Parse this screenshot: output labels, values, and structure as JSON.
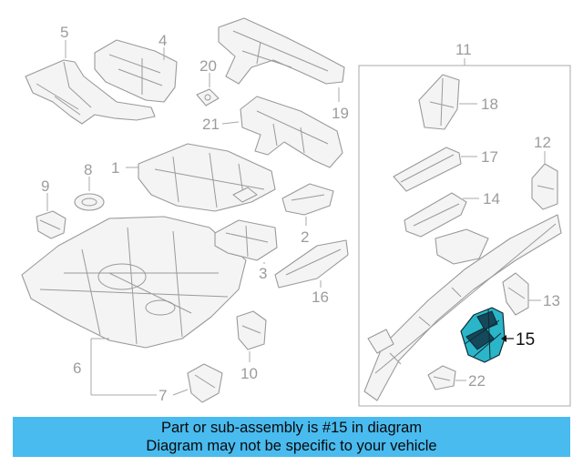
{
  "diagram": {
    "callouts": [
      {
        "id": "1",
        "label": "1"
      },
      {
        "id": "2",
        "label": "2"
      },
      {
        "id": "3",
        "label": "3"
      },
      {
        "id": "4",
        "label": "4"
      },
      {
        "id": "5",
        "label": "5"
      },
      {
        "id": "6",
        "label": "6"
      },
      {
        "id": "7",
        "label": "7"
      },
      {
        "id": "8",
        "label": "8"
      },
      {
        "id": "9",
        "label": "9"
      },
      {
        "id": "10",
        "label": "10"
      },
      {
        "id": "11",
        "label": "11"
      },
      {
        "id": "12",
        "label": "12"
      },
      {
        "id": "13",
        "label": "13"
      },
      {
        "id": "14",
        "label": "14"
      },
      {
        "id": "15",
        "label": "15",
        "highlighted": true
      },
      {
        "id": "16",
        "label": "16"
      },
      {
        "id": "17",
        "label": "17"
      },
      {
        "id": "18",
        "label": "18"
      },
      {
        "id": "19",
        "label": "19"
      },
      {
        "id": "20",
        "label": "20"
      },
      {
        "id": "21",
        "label": "21"
      },
      {
        "id": "22",
        "label": "22"
      }
    ],
    "highlight_color": "#2bb5c9"
  },
  "banner": {
    "line1": "Part or sub-assembly is #15 in diagram",
    "line2": "Diagram may not be specific to your vehicle",
    "background": "#49bbef"
  }
}
